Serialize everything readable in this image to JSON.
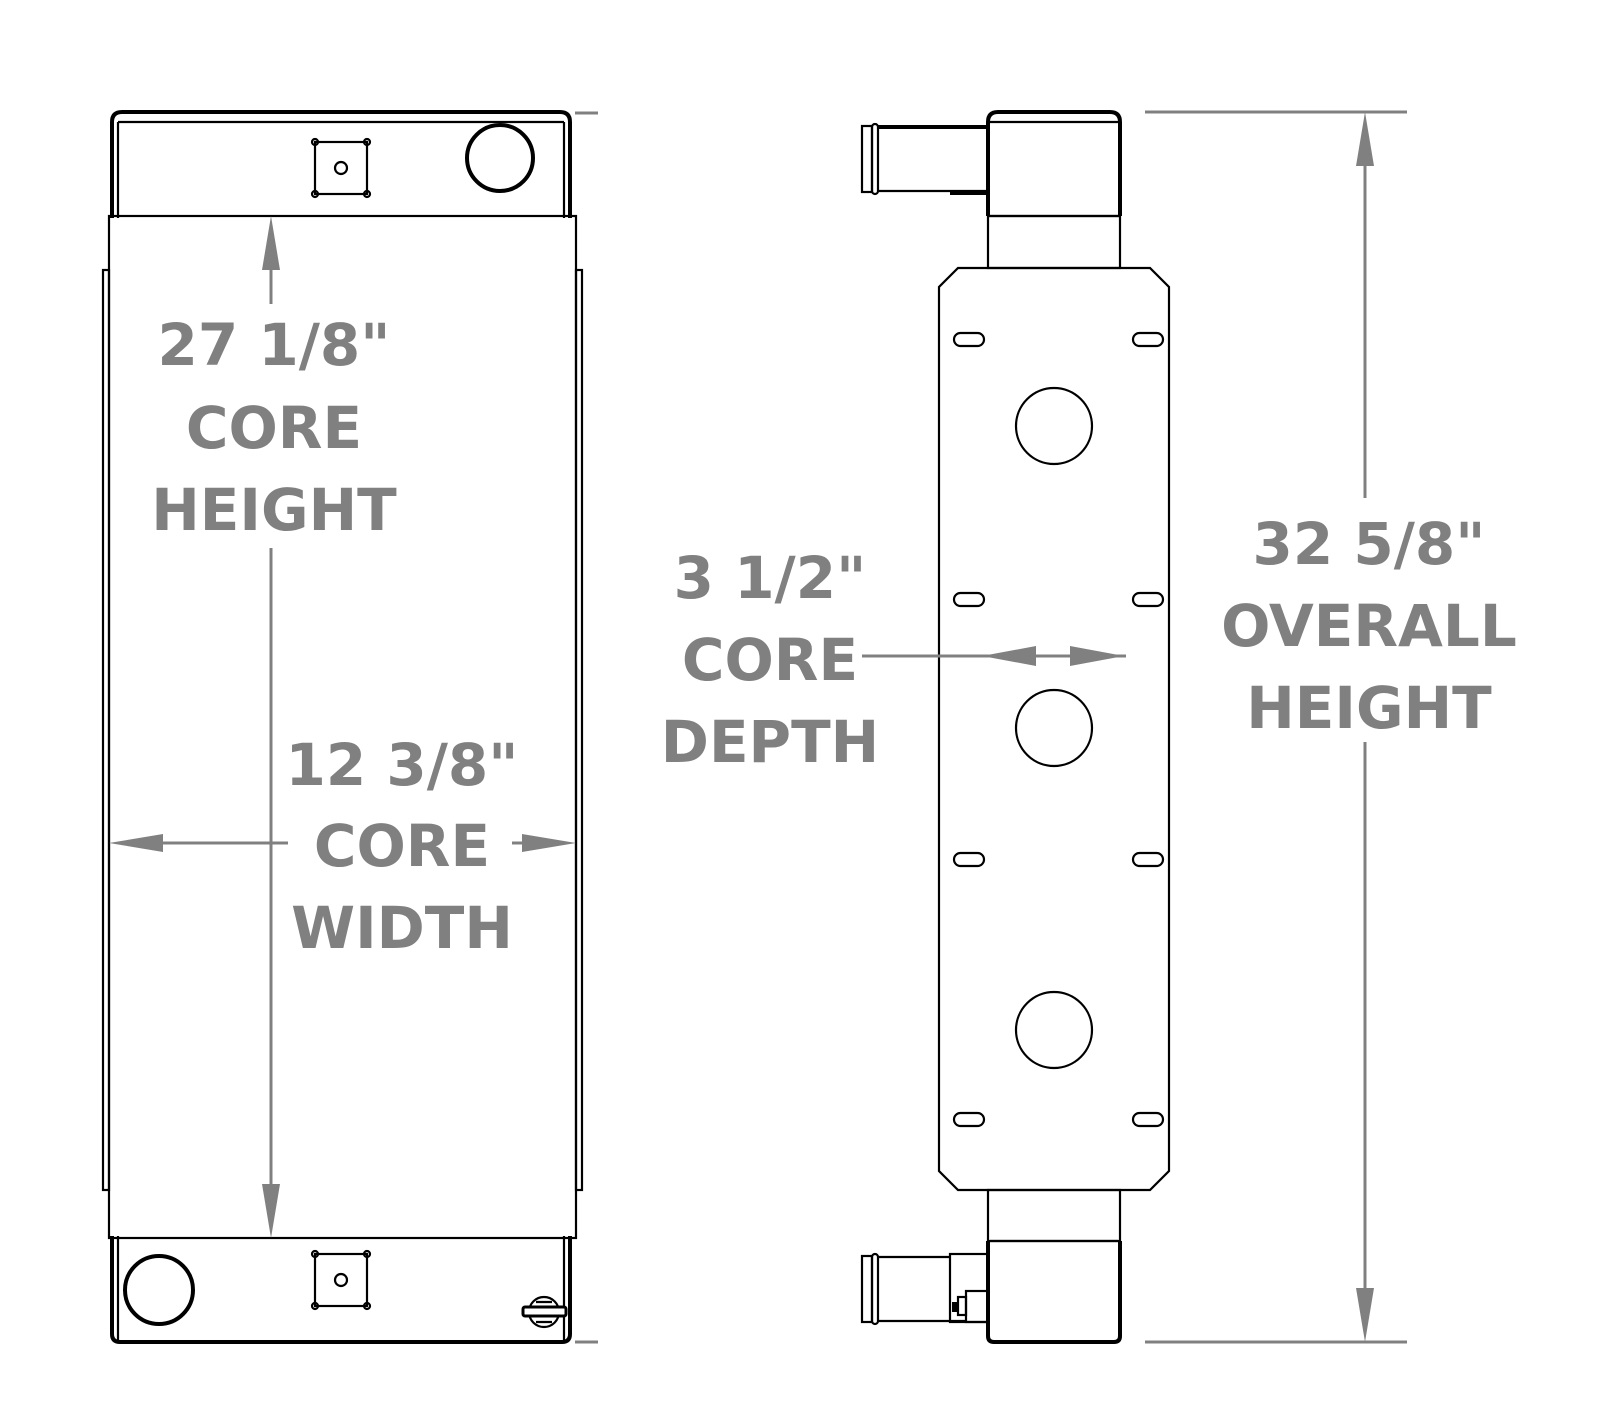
{
  "drawing": {
    "line_color": "#000000",
    "dimension_color": "#808080",
    "background": "#ffffff"
  },
  "dimensions": {
    "core_height": {
      "value": "27 1/8\"",
      "line1": "CORE",
      "line2": "HEIGHT"
    },
    "core_width": {
      "value": "12 3/8\"",
      "line1": "CORE",
      "line2": "WIDTH"
    },
    "core_depth": {
      "value": "3 1/2\"",
      "line1": "CORE",
      "line2": "DEPTH"
    },
    "overall_height": {
      "value": "32 5/8\"",
      "line1": "OVERALL",
      "line2": "HEIGHT"
    }
  },
  "views": {
    "front": {
      "name": "front-view",
      "ports": [
        "top-right-inlet",
        "bottom-left-outlet"
      ],
      "drain_plug": true
    },
    "side": {
      "name": "side-view",
      "mount_slots_per_side": 4,
      "round_holes": 3
    }
  }
}
